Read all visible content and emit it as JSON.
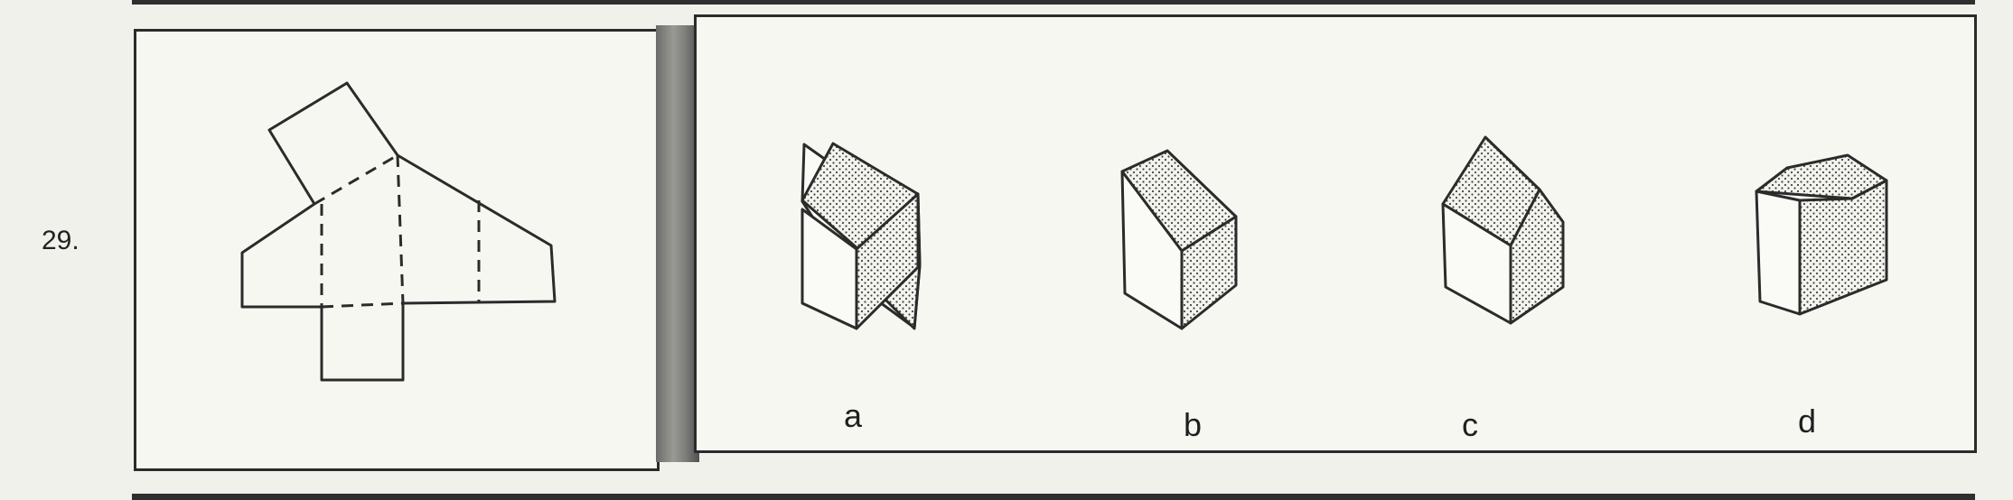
{
  "question": {
    "number": "29."
  },
  "options": [
    {
      "label": "a"
    },
    {
      "label": "b"
    },
    {
      "label": "c"
    },
    {
      "label": "d"
    }
  ],
  "colors": {
    "ink": "#2b2b2b",
    "paper": "#f7f7f2",
    "divider": "#7b7b78"
  }
}
